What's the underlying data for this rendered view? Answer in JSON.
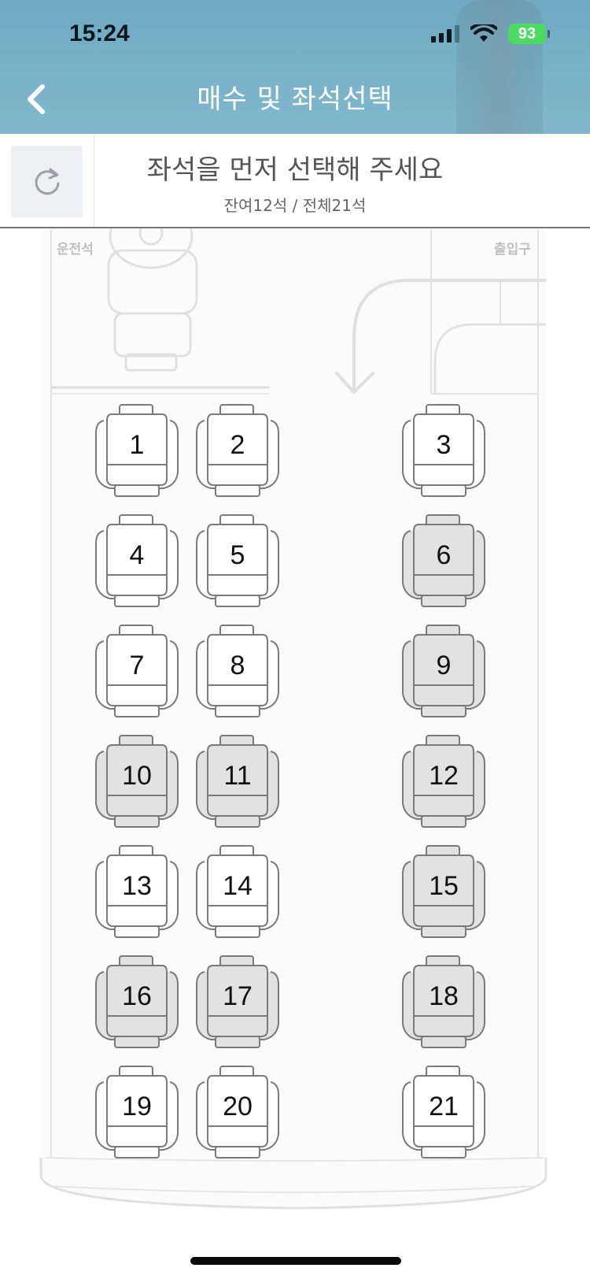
{
  "status_bar": {
    "time": "15:24",
    "battery": "93"
  },
  "header": {
    "title": "매수 및 좌석선택"
  },
  "info": {
    "title": "좌석을 먼저 선택해 주세요",
    "subtitle": "잔여12석 / 전체21석"
  },
  "bus": {
    "driver_label": "운전석",
    "entrance_label": "출입구"
  },
  "colors": {
    "header_bg": "#79b3c9",
    "available_seat": "#ffffff",
    "occupied_seat": "#e2e2e2",
    "seat_outline": "#7a7a7a"
  },
  "seats": [
    {
      "number": "1",
      "status": "available"
    },
    {
      "number": "2",
      "status": "available"
    },
    {
      "number": "3",
      "status": "available"
    },
    {
      "number": "4",
      "status": "available"
    },
    {
      "number": "5",
      "status": "available"
    },
    {
      "number": "6",
      "status": "occupied"
    },
    {
      "number": "7",
      "status": "available"
    },
    {
      "number": "8",
      "status": "available"
    },
    {
      "number": "9",
      "status": "occupied"
    },
    {
      "number": "10",
      "status": "occupied"
    },
    {
      "number": "11",
      "status": "occupied"
    },
    {
      "number": "12",
      "status": "occupied"
    },
    {
      "number": "13",
      "status": "available"
    },
    {
      "number": "14",
      "status": "available"
    },
    {
      "number": "15",
      "status": "occupied"
    },
    {
      "number": "16",
      "status": "occupied"
    },
    {
      "number": "17",
      "status": "occupied"
    },
    {
      "number": "18",
      "status": "occupied"
    },
    {
      "number": "19",
      "status": "available"
    },
    {
      "number": "20",
      "status": "available"
    },
    {
      "number": "21",
      "status": "available"
    }
  ]
}
